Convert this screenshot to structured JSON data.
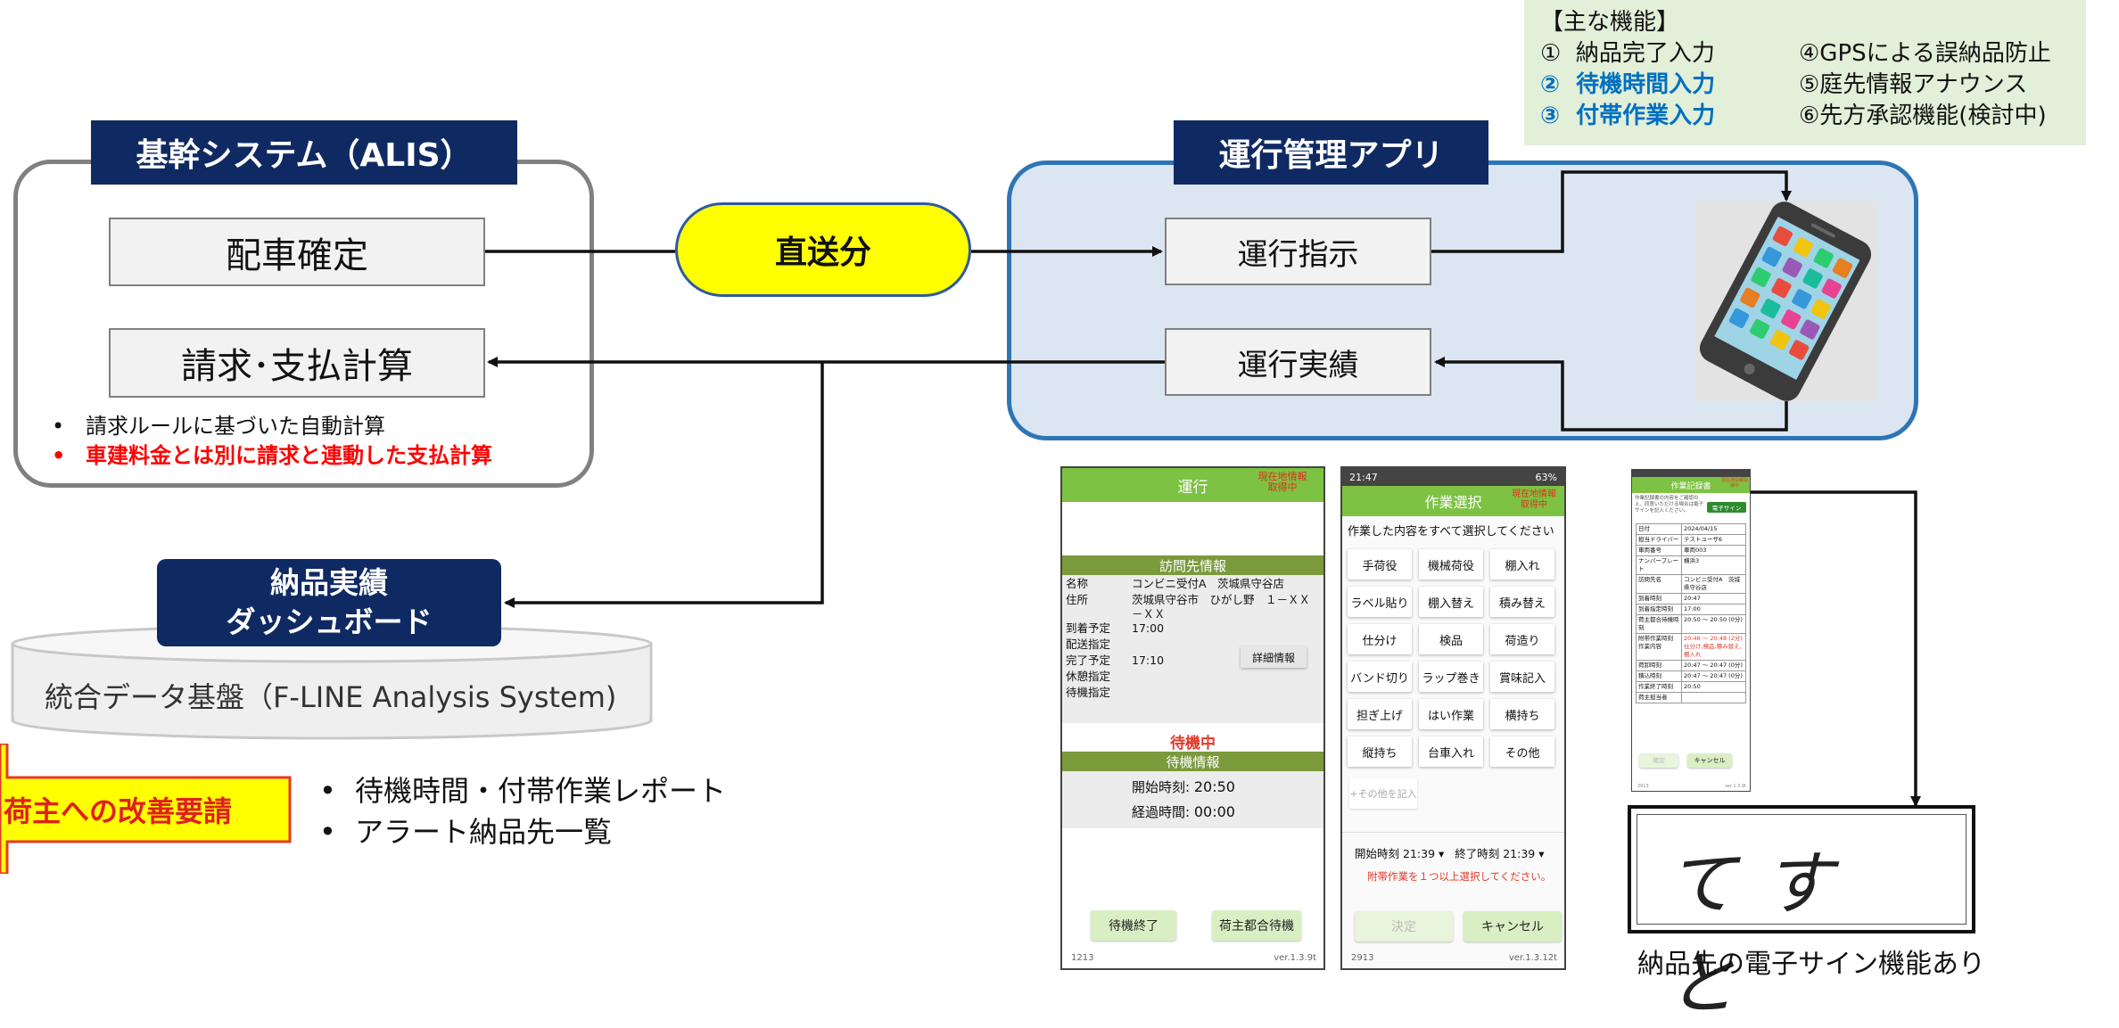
{
  "features": {
    "title": "【主な機能】",
    "items": [
      {
        "num": "①",
        "label": "納品完了入力",
        "highlight": false
      },
      {
        "num": "②",
        "label": "待機時間入力",
        "highlight": true
      },
      {
        "num": "③",
        "label": "付帯作業入力",
        "highlight": true
      }
    ],
    "items_right": [
      "④GPSによる誤納品防止",
      "⑤庭先情報アナウンス",
      "⑥先方承認機能(検討中)"
    ]
  },
  "core_system": {
    "title": "基幹システム（ALIS）",
    "box1": "配車確定",
    "box2": "請求･支払計算",
    "bullets": [
      {
        "text": "請求ルールに基づいた自動計算",
        "color": "#111111"
      },
      {
        "text": "車建料金とは別に請求と連動した支払計算",
        "color": "#ff0000"
      }
    ]
  },
  "direct": {
    "label": "直送分"
  },
  "ops_app": {
    "title": "運行管理アプリ",
    "box1": "運行指示",
    "box2": "運行実績"
  },
  "dashboard": {
    "title_line1": "納品実績",
    "title_line2": "ダッシュボード",
    "base_label": "統合データ基盤（F-LINE Analysis System)"
  },
  "improve": {
    "label": "荷主への改善要請",
    "bullets": [
      "待機時間・付帯作業レポート",
      "アラート納品先一覧"
    ]
  },
  "screen1": {
    "header": "運行",
    "gps": "現在地情報取得中",
    "section": "訪問先情報",
    "rows": [
      {
        "k": "名称",
        "v": "コンビニ受付A　茨城県守谷店"
      },
      {
        "k": "住所",
        "v": "茨城県守谷市　ひがし野　１－ＸＸ－ＸＸ"
      },
      {
        "k": "到着予定",
        "v": "17:00"
      },
      {
        "k": "配送指定",
        "v": ""
      },
      {
        "k": "完了予定",
        "v": "17:10"
      },
      {
        "k": "休憩指定",
        "v": ""
      },
      {
        "k": "待機指定",
        "v": ""
      }
    ],
    "detail_btn": "詳細情報",
    "status": "待機中",
    "wait_section": "待機情報",
    "start_label": "開始時刻:",
    "start_value": "20:50",
    "elapsed_label": "経過時間:",
    "elapsed_value": "00:00",
    "btn_end": "待機終了",
    "btn_shipper": "荷主都合待機",
    "footer_left": "1213",
    "footer_right": "ver.1.3.9t"
  },
  "screen2": {
    "status_time": "21:47",
    "battery": "63%",
    "header": "作業選択",
    "gps": "現在地情報取得中",
    "instruction": "作業した内容をすべて選択してください",
    "tasks": [
      "手荷役",
      "機械荷役",
      "棚入れ",
      "ラベル貼り",
      "棚入替え",
      "積み替え",
      "仕分け",
      "検品",
      "荷造り",
      "バンド切り",
      "ラップ巻き",
      "賞味記入",
      "担ぎ上げ",
      "はい作業",
      "横持ち",
      "縦持ち",
      "台車入れ",
      "その他"
    ],
    "other_input": "+その他を記入",
    "start_label": "開始時刻",
    "start_value": "21:39",
    "end_label": "終了時刻",
    "end_value": "21:39",
    "warning": "附帯作業を１つ以上選択してください。",
    "btn_ok": "決定",
    "btn_cancel": "キャンセル",
    "footer_left": "2913",
    "footer_right": "ver.1.3.12t"
  },
  "screen3": {
    "header": "作業記録書",
    "gps": "現在地情報取得中",
    "intro": "作業記録書の内容をご確認の上、同意いただける場合は電子サインを記入ください。",
    "sign_btn": "電子サイン",
    "rows": [
      {
        "k": "日付",
        "v": "2024/04/15"
      },
      {
        "k": "担当ドライバー",
        "v": "テストユーザ6"
      },
      {
        "k": "車両番号",
        "v": "車両003"
      },
      {
        "k": "ナンバープレート",
        "v": "横浜3"
      },
      {
        "k": "訪問先名",
        "v": "コンビニ受付A　茨城県守谷店"
      },
      {
        "k": "到着時刻",
        "v": "20:47"
      },
      {
        "k": "到着指定時刻",
        "v": "17:00"
      },
      {
        "k": "荷主都合待機時刻",
        "v": "20:50 ～ 20:50 (0分)"
      },
      {
        "k": "附帯作業時刻 作業内容",
        "v": "20:46 ～ 20:48 (2分) 仕分け,検品,積み替え,棚入れ"
      },
      {
        "k": "荷卸時刻",
        "v": "20:47 ～ 20:47 (0分)"
      },
      {
        "k": "積込時刻",
        "v": "20:47 ～ 20:47 (0分)"
      },
      {
        "k": "作業終了時刻",
        "v": "20:50"
      },
      {
        "k": "荷主担当者",
        "v": ""
      }
    ],
    "btn_ok": "確定",
    "btn_cancel": "キャンセル",
    "footer_left": "2913",
    "footer_right": "ver.1.3.9t"
  },
  "signature": {
    "handwriting": "てすと",
    "caption": "納品先の電子サイン機能あり"
  },
  "colors": {
    "navy": "#0f2a63",
    "app_bg": "#dce6f2",
    "app_border": "#2e75b6",
    "yellow": "#ffff00",
    "green": "#7dc242",
    "red": "#ff0000",
    "feature_bg": "#e2efd9",
    "blue_text": "#0070c0"
  }
}
